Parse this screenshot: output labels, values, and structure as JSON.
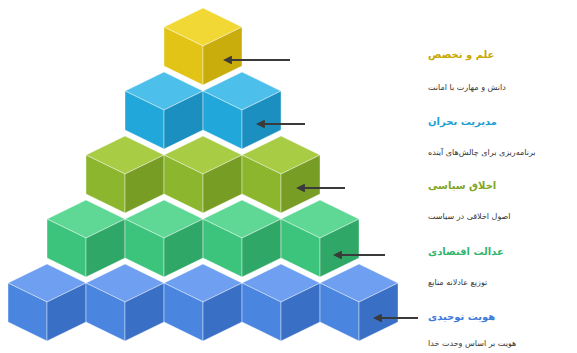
{
  "diagram": {
    "labels": [
      "علم و تخصص",
      "دانش و مهارت با امانت",
      "مدیریت بحران",
      "برنامه‌ریزی برای چالش‌های آینده",
      "اخلاق سیاسی",
      "اصول اخلاقی در سیاست",
      "عدالت اقتصادی",
      "توزیع عادلانه منابع",
      "هویت توحیدی",
      "هویت بر اساس وحدت خدا"
    ]
  }
}
